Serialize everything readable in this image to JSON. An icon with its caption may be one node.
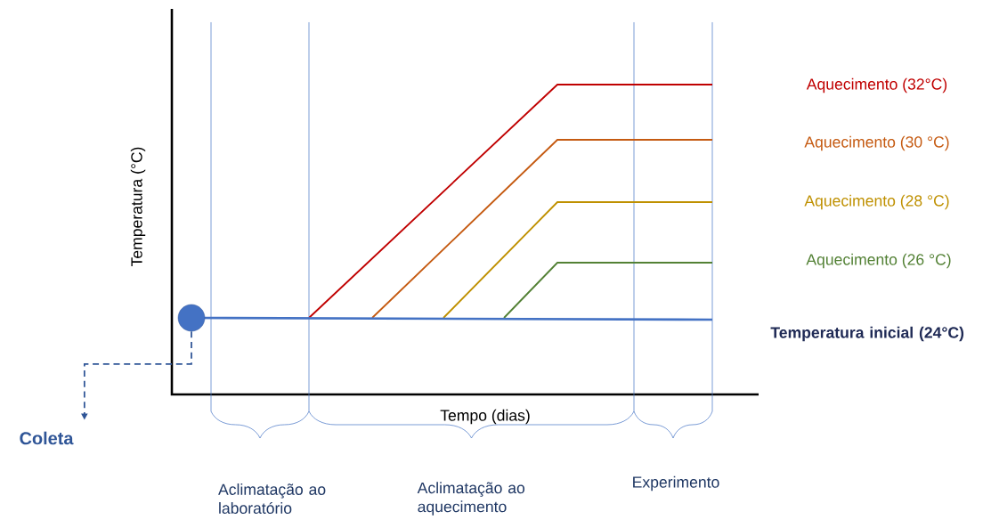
{
  "diagram": {
    "nodes": [
      {
        "text": [],
        "shape": "circle"
      },
      {
        "text": [
          "Coleta"
        ]
      }
    ],
    "edges": [
      {
        "from": 0,
        "to": 1,
        "arrow": "to",
        "style": "dashed"
      }
    ],
    "labels": [
      "Temperatura (°C)",
      "Aquecimento (32°C)",
      "Aquecimento (30 °C)",
      "Aquecimento (28 °C)",
      "Aquecimento (26 °C)",
      "Temperatura inicial (24°C)",
      "Tempo (dias)",
      "Aclimatação ao laboratório",
      "Aclimatação ao aquecimento",
      "Experimento"
    ]
  }
}
